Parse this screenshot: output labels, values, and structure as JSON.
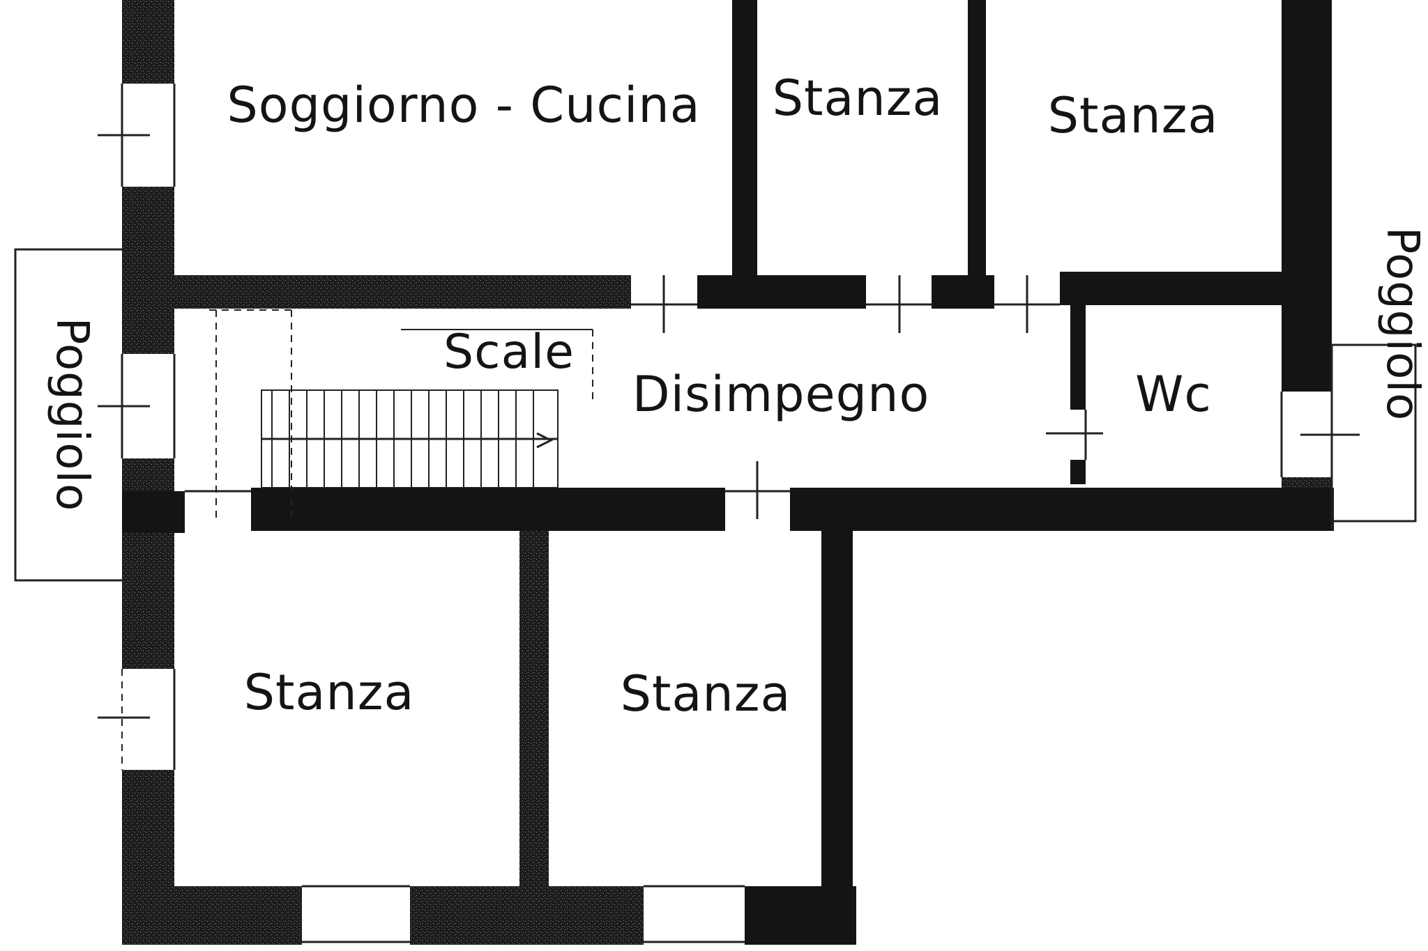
{
  "plan": {
    "rooms": {
      "living_kitchen": "Soggiorno - Cucina",
      "room_top_middle": "Stanza",
      "room_top_right": "Stanza",
      "stairs": "Scale",
      "hallway": "Disimpegno",
      "wc": "Wc",
      "room_bottom_left": "Stanza",
      "room_bottom_middle": "Stanza"
    },
    "balconies": {
      "left": "Poggiolo",
      "right": "Poggiolo"
    }
  }
}
